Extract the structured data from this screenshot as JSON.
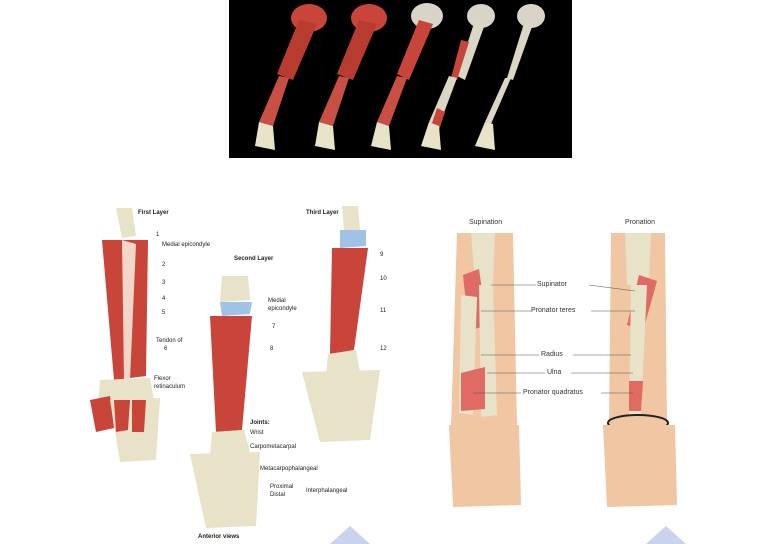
{
  "left_figure": {
    "first_layer_title": "First Layer",
    "second_layer_title": "Second Layer",
    "third_layer_title": "Third Layer",
    "first_labels": [
      "1",
      "Medial epicondyle",
      "2",
      "3",
      "4",
      "5",
      "Tendon of",
      "6",
      "Flexor",
      "retinaculum"
    ],
    "second_labels": [
      "Medial",
      "epicondyle",
      "7",
      "8",
      "Joints:",
      "Wrist",
      "Carpometacarpal",
      "Metacarpophalangeal",
      "Proximal",
      "Distal",
      "Interphalangeal"
    ],
    "third_labels": [
      "9",
      "10",
      "11",
      "12"
    ],
    "footer": "Anterior views"
  },
  "right_figure": {
    "supination_title": "Supination",
    "pronation_title": "Pronation",
    "labels": [
      "Supinator",
      "Pronator teres",
      "Radius",
      "Ulna",
      "Pronator quadratus"
    ]
  },
  "colors": {
    "muscle": "#c9453a",
    "bone": "#e8e2c8",
    "cartilage": "#9fc3e6",
    "skin": "#f0c6a3",
    "background_top": "#000000"
  }
}
